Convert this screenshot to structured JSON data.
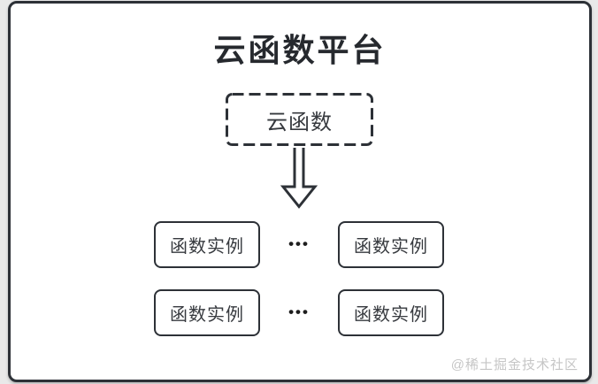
{
  "diagram": {
    "title": "云函数平台",
    "cloud_function": {
      "label": "云函数"
    },
    "arrow_icon": "hollow-down-arrow",
    "rows": [
      {
        "left": "函数实例",
        "dots": "•••",
        "right": "函数实例"
      },
      {
        "left": "函数实例",
        "dots": "•••",
        "right": "函数实例"
      }
    ],
    "watermark": "@稀土掘金技术社区"
  },
  "colors": {
    "stroke": "#2d3137",
    "title": "#26292e",
    "text": "#36393e",
    "watermark": "#c6c6c6",
    "page-bg": "#e9e9e9",
    "card-bg": "#ffffff"
  }
}
